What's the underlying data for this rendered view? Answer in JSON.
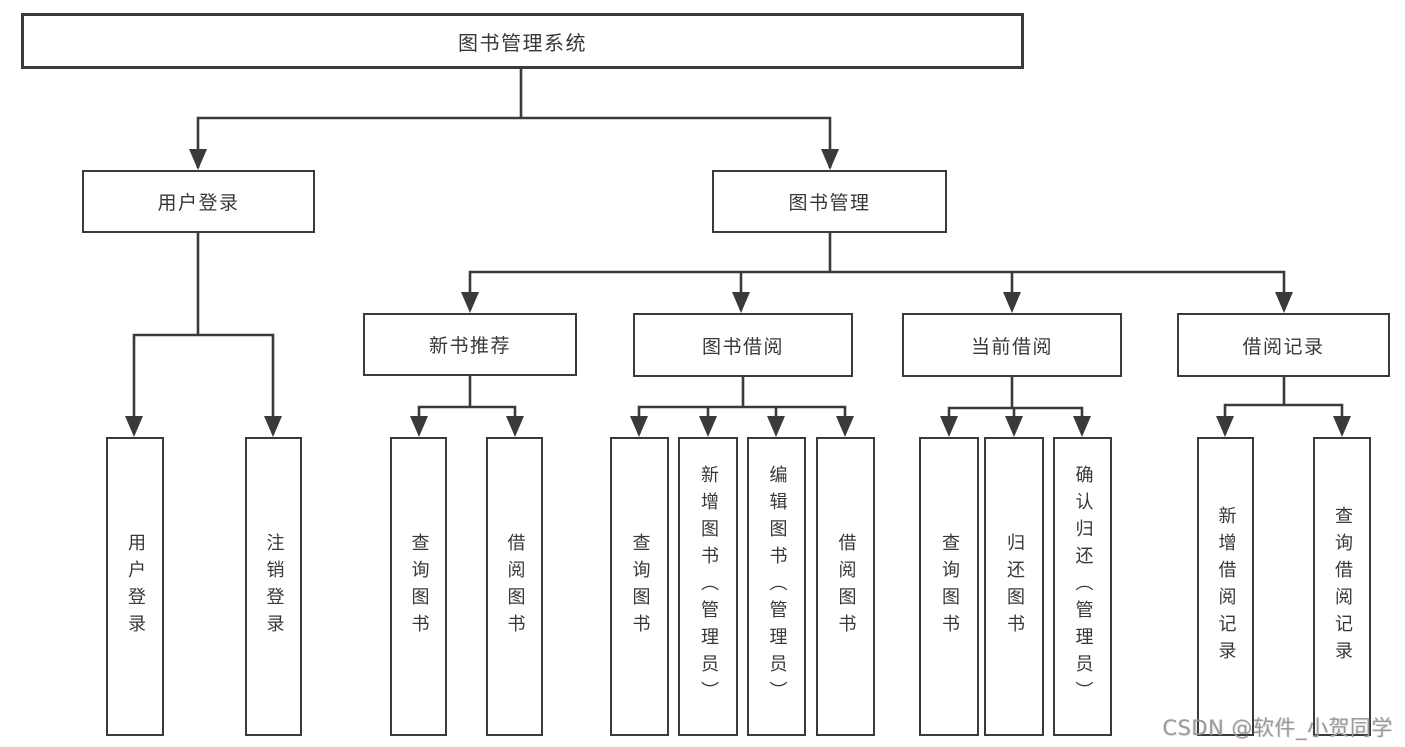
{
  "diagram": {
    "root": {
      "label": "图书管理系统"
    },
    "level2": {
      "user_login": {
        "label": "用户登录"
      },
      "book_mgmt": {
        "label": "图书管理"
      }
    },
    "level3": {
      "new_books": {
        "label": "新书推荐"
      },
      "book_borrow": {
        "label": "图书借阅"
      },
      "current_borrow": {
        "label": "当前借阅"
      },
      "borrow_records": {
        "label": "借阅记录"
      }
    },
    "leaves": {
      "user_login": [
        "用户登录",
        "注销登录"
      ],
      "new_books": [
        "查询图书",
        "借阅图书"
      ],
      "book_borrow": [
        "查询图书",
        "新增图书（管理员）",
        "编辑图书（管理员）",
        "借阅图书"
      ],
      "current_borrow": [
        "查询图书",
        "归还图书",
        "确认归还（管理员）"
      ],
      "borrow_records": [
        "新增借阅记录",
        "查询借阅记录"
      ]
    }
  },
  "watermark": {
    "text": "CSDN @软件_小贺同学"
  },
  "colors": {
    "line": "#3a3a3a",
    "text": "#383838",
    "watermark": "#9a9a9a",
    "background": "#ffffff"
  }
}
